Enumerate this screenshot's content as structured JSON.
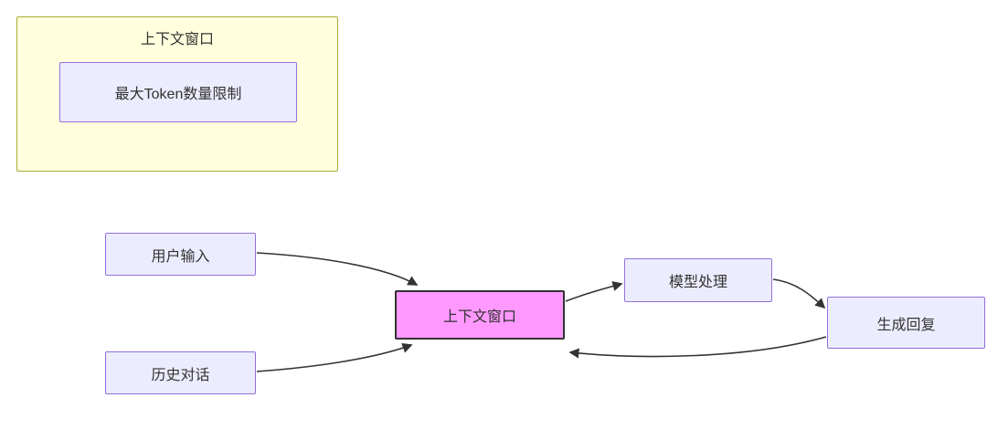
{
  "diagram": {
    "subgraph": {
      "title": "上下文窗口",
      "node": "最大Token数量限制"
    },
    "nodes": {
      "user_input": "用户输入",
      "history": "历史对话",
      "context_window": "上下文窗口",
      "model_processing": "模型处理",
      "generate_reply": "生成回复"
    },
    "edges": [
      {
        "from": "用户输入",
        "to": "上下文窗口"
      },
      {
        "from": "历史对话",
        "to": "上下文窗口"
      },
      {
        "from": "上下文窗口",
        "to": "模型处理"
      },
      {
        "from": "模型处理",
        "to": "生成回复"
      },
      {
        "from": "生成回复",
        "to": "上下文窗口"
      }
    ],
    "colors": {
      "node_fill": "#ECECFF",
      "node_border": "#9370DB",
      "subgraph_fill": "#ffffde",
      "subgraph_border": "#aaaa33",
      "highlight_fill": "#ff99ff",
      "highlight_border": "#333333",
      "edge_color": "#333333",
      "text_color": "#333333"
    }
  }
}
